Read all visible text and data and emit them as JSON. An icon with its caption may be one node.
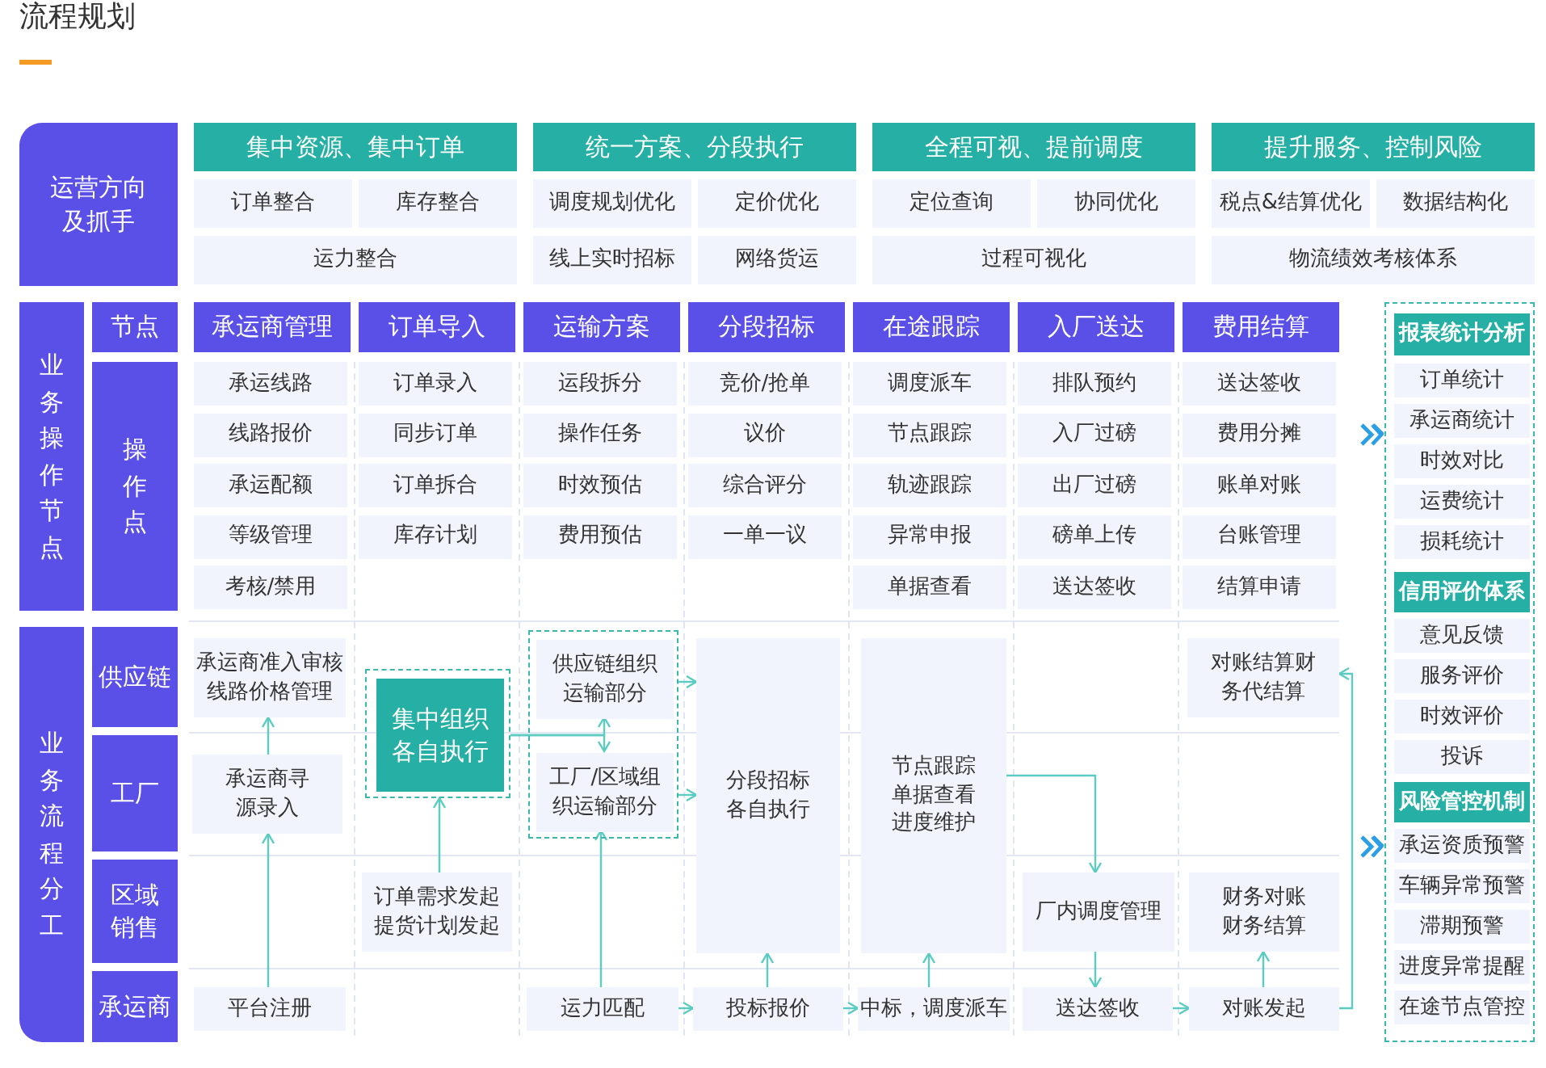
{
  "diagram": {
    "title": "流程规划",
    "nodes": [
      {
        "text": [
          "运营方向及抓手"
        ]
      },
      {
        "text": [
          "集中资源、集中订单"
        ]
      },
      {
        "text": [
          "订单整合"
        ]
      },
      {
        "text": [
          "库存整合"
        ]
      },
      {
        "text": [
          "运力整合"
        ]
      },
      {
        "text": [
          "统一方案、分段执行"
        ]
      },
      {
        "text": [
          "调度规划优化"
        ]
      },
      {
        "text": [
          "定价优化"
        ]
      },
      {
        "text": [
          "线上实时招标"
        ]
      },
      {
        "text": [
          "网络货运"
        ]
      },
      {
        "text": [
          "全程可视、提前调度"
        ]
      },
      {
        "text": [
          "定位查询"
        ]
      },
      {
        "text": [
          "协同优化"
        ]
      },
      {
        "text": [
          "过程可视化"
        ]
      },
      {
        "text": [
          "提升服务、控制风险"
        ]
      },
      {
        "text": [
          "税点&结算优化"
        ]
      },
      {
        "text": [
          "数据结构化"
        ]
      },
      {
        "text": [
          "物流绩效考核体系"
        ]
      },
      {
        "text": [
          "业务操作节点"
        ]
      },
      {
        "text": [
          "节点"
        ]
      },
      {
        "text": [
          "操作点"
        ]
      },
      {
        "text": [
          "承运商管理"
        ]
      },
      {
        "text": [
          "承运线路"
        ]
      },
      {
        "text": [
          "线路报价"
        ]
      },
      {
        "text": [
          "承运配额"
        ]
      },
      {
        "text": [
          "等级管理"
        ]
      },
      {
        "text": [
          "考核/禁用"
        ]
      },
      {
        "text": [
          "订单导入"
        ]
      },
      {
        "text": [
          "订单录入"
        ]
      },
      {
        "text": [
          "同步订单"
        ]
      },
      {
        "text": [
          "订单拆合"
        ]
      },
      {
        "text": [
          "库存计划"
        ]
      },
      {
        "text": [
          "运输方案"
        ]
      },
      {
        "text": [
          "运段拆分"
        ]
      },
      {
        "text": [
          "操作任务"
        ]
      },
      {
        "text": [
          "时效预估"
        ]
      },
      {
        "text": [
          "费用预估"
        ]
      },
      {
        "text": [
          "分段招标"
        ]
      },
      {
        "text": [
          "竞价/抢单"
        ]
      },
      {
        "text": [
          "议价"
        ]
      },
      {
        "text": [
          "综合评分"
        ]
      },
      {
        "text": [
          "一单一议"
        ]
      },
      {
        "text": [
          "在途跟踪"
        ]
      },
      {
        "text": [
          "调度派车"
        ]
      },
      {
        "text": [
          "节点跟踪"
        ]
      },
      {
        "text": [
          "轨迹跟踪"
        ]
      },
      {
        "text": [
          "异常申报"
        ]
      },
      {
        "text": [
          "单据查看"
        ]
      },
      {
        "text": [
          "入厂送达"
        ]
      },
      {
        "text": [
          "排队预约"
        ]
      },
      {
        "text": [
          "入厂过磅"
        ]
      },
      {
        "text": [
          "出厂过磅"
        ]
      },
      {
        "text": [
          "磅单上传"
        ]
      },
      {
        "text": [
          "送达签收"
        ]
      },
      {
        "text": [
          "费用结算"
        ]
      },
      {
        "text": [
          "送达签收"
        ]
      },
      {
        "text": [
          "费用分摊"
        ]
      },
      {
        "text": [
          "账单对账"
        ]
      },
      {
        "text": [
          "台账管理"
        ]
      },
      {
        "text": [
          "结算申请"
        ]
      },
      {
        "text": [],
        "shape": "box"
      },
      {
        "text": [
          "报表统计分析"
        ],
        "in": 60
      },
      {
        "text": [
          "订单统计"
        ],
        "in": 60
      },
      {
        "text": [
          "承运商统计"
        ],
        "in": 60
      },
      {
        "text": [
          "时效对比"
        ],
        "in": 60
      },
      {
        "text": [
          "运费统计"
        ],
        "in": 60
      },
      {
        "text": [
          "损耗统计"
        ],
        "in": 60
      },
      {
        "text": [
          "信用评价体系"
        ],
        "in": 60
      },
      {
        "text": [
          "意见反馈"
        ],
        "in": 60
      },
      {
        "text": [
          "服务评价"
        ],
        "in": 60
      },
      {
        "text": [
          "时效评价"
        ],
        "in": 60
      },
      {
        "text": [
          "投诉"
        ],
        "in": 60
      },
      {
        "text": [
          "风险管控机制"
        ],
        "in": 60
      },
      {
        "text": [
          "承运资质预警"
        ],
        "in": 60
      },
      {
        "text": [
          "车辆异常预警"
        ],
        "in": 60
      },
      {
        "text": [
          "滞期预警"
        ],
        "in": 60
      },
      {
        "text": [
          "进度异常提醒"
        ],
        "in": 60
      },
      {
        "text": [
          "在途节点管控"
        ],
        "in": 60
      },
      {
        "text": [
          "业务流程分工"
        ]
      },
      {
        "text": [
          "供应链"
        ]
      },
      {
        "text": [
          "工厂"
        ]
      },
      {
        "text": [
          "区域销售"
        ]
      },
      {
        "text": [
          "承运商"
        ]
      },
      {
        "text": [
          "承运商准入审核线路价格管理"
        ]
      },
      {
        "text": [
          "承运商寻源录入"
        ]
      },
      {
        "text": [
          "平台注册"
        ]
      },
      {
        "text": [],
        "shape": "box"
      },
      {
        "text": [
          "集中组织各自执行"
        ],
        "in": 86
      },
      {
        "text": [
          "订单需求发起提货计划发起"
        ]
      },
      {
        "text": [],
        "shape": "box"
      },
      {
        "text": [
          "供应链组织运输部分"
        ],
        "in": 89
      },
      {
        "text": [
          "工厂/区域组织运输部分"
        ],
        "in": 89
      },
      {
        "text": [
          "运力匹配"
        ]
      },
      {
        "text": [
          "分段招标各自执行"
        ]
      },
      {
        "text": [
          "投标报价"
        ]
      },
      {
        "text": [
          "节点跟踪单据查看进度维护"
        ]
      },
      {
        "text": [
          "中标，调度派车"
        ]
      },
      {
        "text": [
          "厂内调度管理"
        ]
      },
      {
        "text": [
          "送达签收"
        ]
      },
      {
        "text": [
          "对账结算财务代结算"
        ]
      },
      {
        "text": [
          "财务对账财务结算"
        ]
      },
      {
        "text": [
          "对账发起"
        ]
      }
    ],
    "edges": [
      {
        "from": 84,
        "to": 83,
        "arrow": "to"
      },
      {
        "from": 85,
        "to": 84,
        "arrow": "to"
      },
      {
        "from": 88,
        "to": 86,
        "arrow": "to"
      },
      {
        "from": 86,
        "to": 90,
        "arrow": "to"
      },
      {
        "from": 86,
        "to": 91,
        "arrow": "to"
      },
      {
        "from": 92,
        "to": 91,
        "arrow": "to"
      },
      {
        "from": 89,
        "to": 93,
        "arrow": "to"
      },
      {
        "from": 89,
        "to": 93,
        "arrow": "to"
      },
      {
        "from": 92,
        "to": 94,
        "arrow": "to"
      },
      {
        "from": 94,
        "to": 93,
        "arrow": "to"
      },
      {
        "from": 94,
        "to": 96,
        "arrow": "to"
      },
      {
        "from": 96,
        "to": 95,
        "arrow": "to"
      },
      {
        "from": 95,
        "to": 97,
        "arrow": "to"
      },
      {
        "from": 97,
        "to": 98,
        "arrow": "to"
      },
      {
        "from": 98,
        "to": 101,
        "arrow": "to"
      },
      {
        "from": 101,
        "to": 100,
        "arrow": "to"
      },
      {
        "from": 101,
        "to": 99,
        "arrow": "to"
      },
      {
        "from": null,
        "to": 60,
        "arrow": "to",
        "color": "#2b9fe6"
      },
      {
        "from": null,
        "to": 60,
        "arrow": "to",
        "color": "#2b9fe6"
      }
    ]
  }
}
